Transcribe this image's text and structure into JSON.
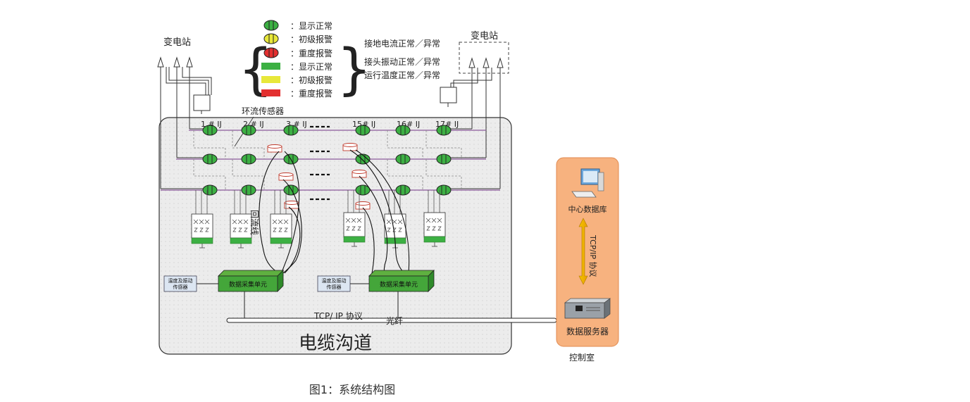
{
  "legend": {
    "items": [
      {
        "shape": "ellipse",
        "color": "#3cb043",
        "label": "：显示正常"
      },
      {
        "shape": "ellipse",
        "color": "#e8e83a",
        "label": "：初级报警"
      },
      {
        "shape": "ellipse",
        "color": "#e33030",
        "label": "：重度报警"
      },
      {
        "shape": "rect",
        "color": "#3cb043",
        "label": "：显示正常"
      },
      {
        "shape": "rect",
        "color": "#e8e83a",
        "label": "：初级报警"
      },
      {
        "shape": "rect",
        "color": "#e33030",
        "label": "：重度报警"
      }
    ],
    "meanings": [
      "接地电流正常／异常",
      "接头振动正常／异常",
      "运行温度正常／异常"
    ]
  },
  "substation_left": "变电站",
  "substation_right": "变电站",
  "sensor_label": "环流传感器",
  "joints": [
    "1 # IJ",
    "2 # IJ",
    "3 # IJ",
    "15# IJ",
    "16# IJ",
    "17# IJ"
  ],
  "return_line_label": "回流线",
  "temp_vib_sensor_1": [
    "温度及振动",
    "传感器"
  ],
  "temp_vib_sensor_2": [
    "温度及振动",
    "传感器"
  ],
  "daq_unit_1": "数据采集单元",
  "daq_unit_2": "数据采集单元",
  "tcpip_bottom": "TCP/ IP 协议",
  "fiber_label": "光纤",
  "tunnel_label": "电缆沟道",
  "center_db": "中心数据库",
  "tcpip_vertical": "TCP/IP 协议",
  "data_server": "数据服务器",
  "control_room": "控制室",
  "caption": "图1：系统结构图",
  "colors": {
    "green": "#3cb043",
    "yellow": "#e8e83a",
    "red": "#e33030",
    "purple": "#8a5a9a",
    "tunnel_bg": "#eeeeee",
    "control_bg": "#f7b27f"
  }
}
